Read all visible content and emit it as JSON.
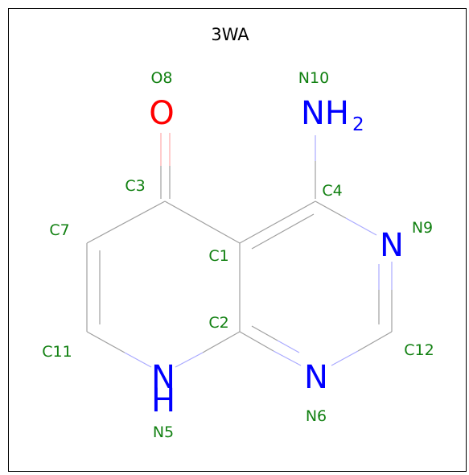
{
  "title": "3WA",
  "colors": {
    "frame": "#000000",
    "bond": "#a0a0a0",
    "label": "#118011",
    "nitrogen": "#0000ff",
    "oxygen": "#ff0000",
    "title": "#000000"
  },
  "atom_labels": {
    "o8": "O8",
    "n10": "N10",
    "c3": "C3",
    "c4": "C4",
    "c7": "C7",
    "n9": "N9",
    "c1": "C1",
    "c2": "C2",
    "c11": "C11",
    "c12": "C12",
    "n6": "N6",
    "n5": "N5"
  },
  "atom_symbols": {
    "o8": "O",
    "n10_main": "NH",
    "n10_sub": "2",
    "n9": "N",
    "n6": "N",
    "n5_n": "N",
    "n5_h": "H"
  }
}
